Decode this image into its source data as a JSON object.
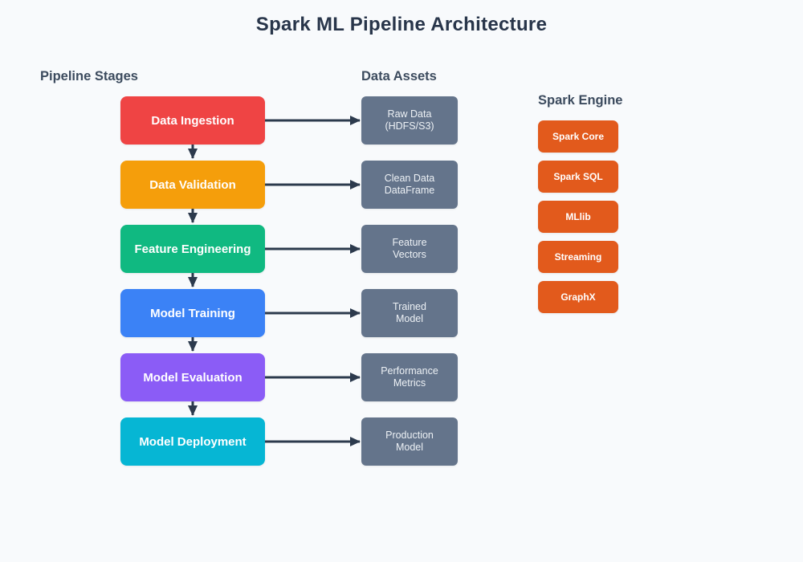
{
  "title": "Spark ML Pipeline Architecture",
  "sections": {
    "stages_header": "Pipeline Stages",
    "assets_header": "Data Assets",
    "engine_header": "Spark Engine"
  },
  "stages": [
    {
      "label": "Data Ingestion",
      "color": "#EF4444"
    },
    {
      "label": "Data Validation",
      "color": "#F59E0B"
    },
    {
      "label": "Feature Engineering",
      "color": "#10B981"
    },
    {
      "label": "Model Training",
      "color": "#3B82F6"
    },
    {
      "label": "Model Evaluation",
      "color": "#8B5CF6"
    },
    {
      "label": "Model Deployment",
      "color": "#06B6D4"
    }
  ],
  "assets": [
    {
      "line1": "Raw Data",
      "line2": "(HDFS/S3)"
    },
    {
      "line1": "Clean Data",
      "line2": "DataFrame"
    },
    {
      "line1": "Feature",
      "line2": "Vectors"
    },
    {
      "line1": "Trained",
      "line2": "Model"
    },
    {
      "line1": "Performance",
      "line2": "Metrics"
    },
    {
      "line1": "Production",
      "line2": "Model"
    }
  ],
  "engine_components": [
    "Spark Core",
    "Spark SQL",
    "MLlib",
    "Streaming",
    "GraphX"
  ],
  "colors": {
    "background": "#F8FAFC",
    "arrow": "#2C3A4D",
    "asset_box": "#64748B",
    "engine_box": "#E25A1C",
    "title_text": "#28354A",
    "header_text": "#3C4B5E",
    "stage_text": "#FFFFFF",
    "asset_text": "#EDF1F5"
  }
}
